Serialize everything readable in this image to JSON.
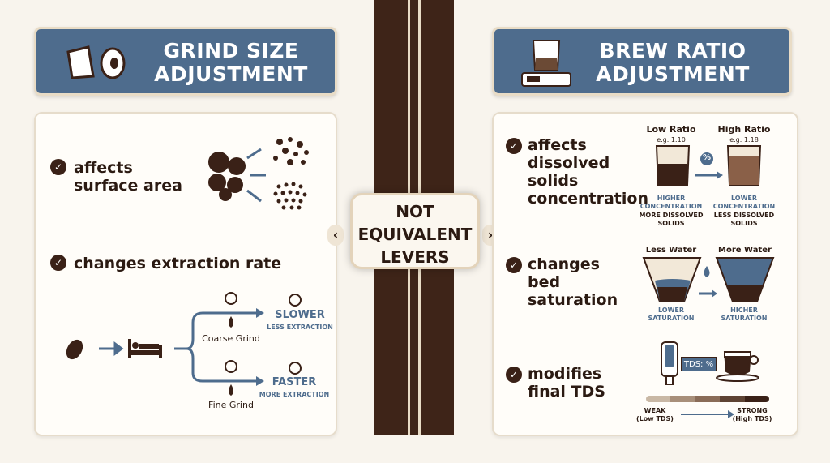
{
  "left": {
    "title_line1": "GRIND SIZE",
    "title_line2": "ADJUSTMENT",
    "icon": "grinder-burrs-icon",
    "points": [
      {
        "text_line1": "affects",
        "text_line2": "surface area"
      },
      {
        "text_line1": "changes extraction rate"
      }
    ],
    "coarse_label": "Coarse Grind",
    "fine_label": "Fine Grind",
    "slower": "SLOWER",
    "less_extraction": "LESS EXTRACTION",
    "faster": "FASTER",
    "more_extraction": "MORE EXTRACTION"
  },
  "center": {
    "line1": "NOT",
    "line2": "EQUIVALENT",
    "line3": "LEVERS",
    "prev": "‹",
    "next": "›"
  },
  "right": {
    "title_line1": "BREW RATIO",
    "title_line2": "ADJUSTMENT",
    "icon": "beaker-scale-icon",
    "points": [
      {
        "lines": [
          "affects",
          "dissolved",
          "solids",
          "concentration"
        ]
      },
      {
        "lines": [
          "changes",
          "bed",
          "saturation"
        ]
      },
      {
        "lines": [
          "modifies",
          "final TDS"
        ]
      }
    ],
    "low_ratio": "Low Ratio",
    "low_eg": "e.g. 1:10",
    "high_ratio": "High Ratio",
    "high_eg": "e.g. 1:18",
    "percent": "%",
    "higher_conc_1": "HIGHER",
    "higher_conc_2": "CONCENTRATION",
    "more_solids_1": "MORE DISSOLVED",
    "more_solids_2": "SOLIDS",
    "lower_conc_1": "LOWER",
    "lower_conc_2": "CONCENTRATION",
    "less_solids_1": "LESS DISSOLVED",
    "less_solids_2": "SOLIDS",
    "less_water": "Less Water",
    "more_water": "More Water",
    "lower_sat_1": "LOWER",
    "lower_sat_2": "SATURATION",
    "higher_sat_1": "HICHER",
    "higher_sat_2": "SATURATION",
    "tds_label": "TDS: %",
    "weak_1": "WEAK",
    "weak_2": "(Low TDS)",
    "strong_1": "STRONG",
    "strong_2": "(High TDS)",
    "scale_colors": [
      "#c9b8a5",
      "#a88f7a",
      "#8a6c58",
      "#5e4333",
      "#3a2117"
    ]
  },
  "colors": {
    "header_blue": "#4e6c8d",
    "coffee_dark": "#3a2117",
    "background": "#f8f4ed"
  }
}
